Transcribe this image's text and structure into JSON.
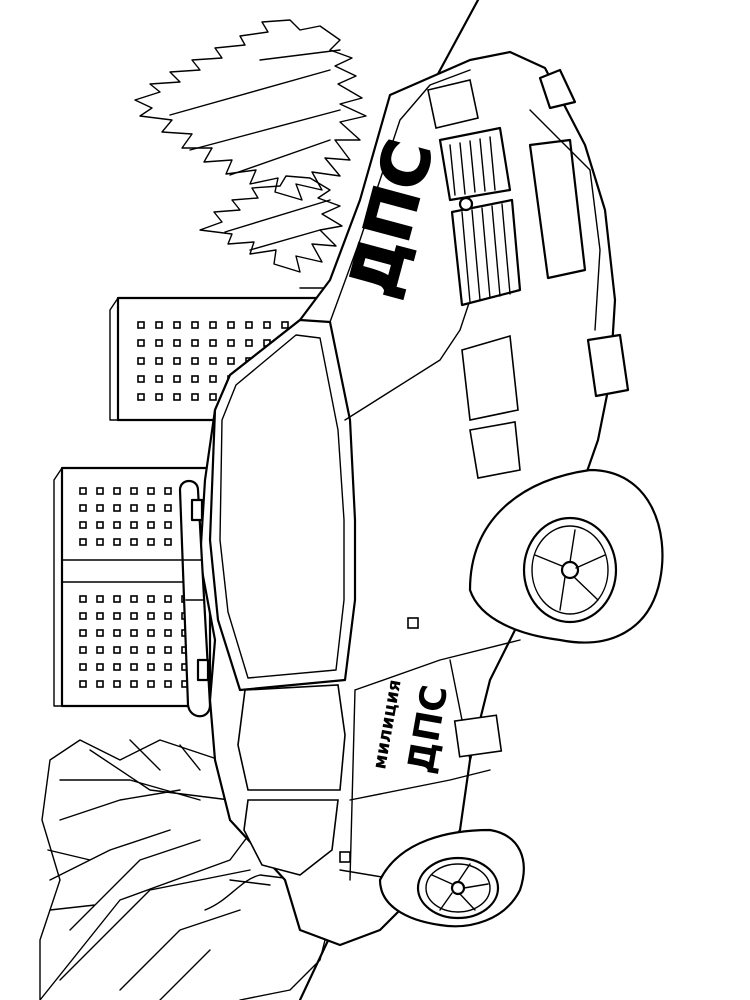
{
  "scene": {
    "type": "coloring-page line drawing",
    "subject": "police-car-icon",
    "stroke_color": "#000000",
    "background_color": "#ffffff"
  },
  "car": {
    "hood_text": "ДПС",
    "door_text_small": "милиция",
    "door_text_large": "ДПС"
  }
}
